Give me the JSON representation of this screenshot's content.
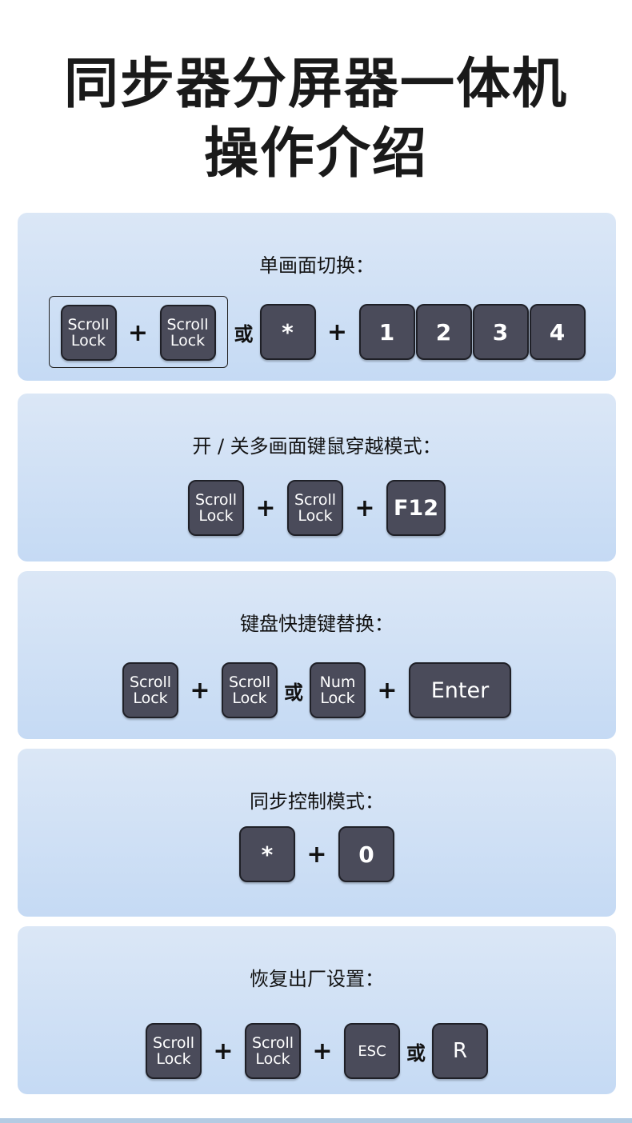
{
  "title": {
    "line1": "同步器分屏器一体机",
    "line2": "操作介绍"
  },
  "sections": [
    {
      "label": "单画面切换：",
      "items": [
        {
          "group": [
            {
              "k": "Scroll\nLock"
            },
            {
              "op": "+"
            },
            {
              "k": "Scroll\nLock"
            }
          ]
        },
        {
          "op": "或"
        },
        {
          "k": "*"
        },
        {
          "op": "+"
        },
        {
          "k": "1"
        },
        {
          "k": "2",
          "tight": true
        },
        {
          "k": "3",
          "tight": true
        },
        {
          "k": "4",
          "tight": true
        }
      ]
    },
    {
      "label": "开 / 关多画面键鼠穿越模式：",
      "items": [
        {
          "k": "Scroll\nLock"
        },
        {
          "op": "+"
        },
        {
          "k": "Scroll\nLock"
        },
        {
          "op": "+"
        },
        {
          "k": "F12",
          "cls": "f"
        }
      ]
    },
    {
      "label": "键盘快捷键替换：",
      "items": [
        {
          "k": "Scroll\nLock"
        },
        {
          "op": "+"
        },
        {
          "k": "Scroll\nLock"
        },
        {
          "op": "或"
        },
        {
          "k": "Num\nLock"
        },
        {
          "op": "+"
        },
        {
          "k": "Enter",
          "cls": "wide"
        }
      ]
    },
    {
      "label": "同步控制模式：",
      "items": [
        {
          "k": "*"
        },
        {
          "op": "+"
        },
        {
          "k": "0"
        }
      ]
    },
    {
      "label": "恢复出厂设置：",
      "items": [
        {
          "k": "Scroll\nLock"
        },
        {
          "op": "+"
        },
        {
          "k": "Scroll\nLock"
        },
        {
          "op": "+"
        },
        {
          "k": "ESC",
          "cls": "small"
        },
        {
          "op": "或"
        },
        {
          "k": "R",
          "cls": "mid"
        }
      ]
    }
  ]
}
